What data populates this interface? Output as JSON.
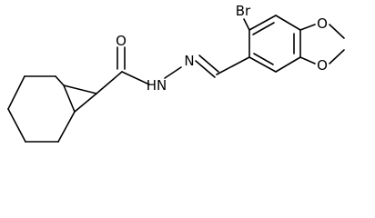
{
  "molecule": {
    "atom_labels": {
      "carbonyl_oxygen": "O",
      "amide_nitrogen": "HN",
      "imine_nitrogen": "N",
      "bromine": "Br",
      "dioxole_oxygen_top": "O",
      "dioxole_oxygen_bottom": "O"
    }
  }
}
